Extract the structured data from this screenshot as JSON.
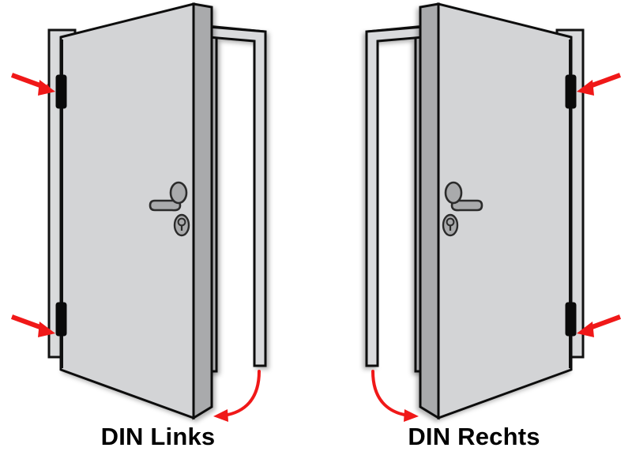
{
  "figure": {
    "type": "technical-illustration",
    "subject": "door-hand-designation-diagram",
    "background_color": "#ffffff"
  },
  "panels": [
    {
      "id": "din-links",
      "caption": "DIN Links",
      "hinge_side": "left",
      "handle_side": "right",
      "swing_direction": "toward viewer, pivoting on left jamb",
      "hinges": [
        {
          "name": "upper-hinge",
          "position": "upper-left"
        },
        {
          "name": "lower-hinge",
          "position": "lower-left"
        }
      ],
      "pointer_arrows": [
        {
          "name": "upper-hinge-arrow",
          "direction": "points-right",
          "color": "#f01818"
        },
        {
          "name": "lower-hinge-arrow",
          "direction": "points-right",
          "color": "#f01818"
        }
      ],
      "swing_arrow": {
        "name": "swing-arrow",
        "direction": "curves-left",
        "color": "#f01818"
      },
      "hardware": {
        "lever_handle": "lever points left",
        "cylinder": "profile cylinder below handle"
      }
    },
    {
      "id": "din-rechts",
      "caption": "DIN Rechts",
      "hinge_side": "right",
      "handle_side": "left",
      "swing_direction": "toward viewer, pivoting on right jamb",
      "hinges": [
        {
          "name": "upper-hinge",
          "position": "upper-right"
        },
        {
          "name": "lower-hinge",
          "position": "lower-right"
        }
      ],
      "pointer_arrows": [
        {
          "name": "upper-hinge-arrow",
          "direction": "points-left",
          "color": "#f01818"
        },
        {
          "name": "lower-hinge-arrow",
          "direction": "points-left",
          "color": "#f01818"
        }
      ],
      "swing_arrow": {
        "name": "swing-arrow",
        "direction": "curves-right",
        "color": "#f01818"
      },
      "hardware": {
        "lever_handle": "lever points right",
        "cylinder": "profile cylinder below handle"
      }
    }
  ],
  "colors": {
    "door_face": "#d3d4d6",
    "door_edge": "#a9aaac",
    "frame_fill": "#d9dadc",
    "outline": "#111111",
    "hinge": "#0a0a0a",
    "handle_fill": "#a9aaac",
    "accent_red": "#f01818",
    "caption_text": "#000000"
  }
}
